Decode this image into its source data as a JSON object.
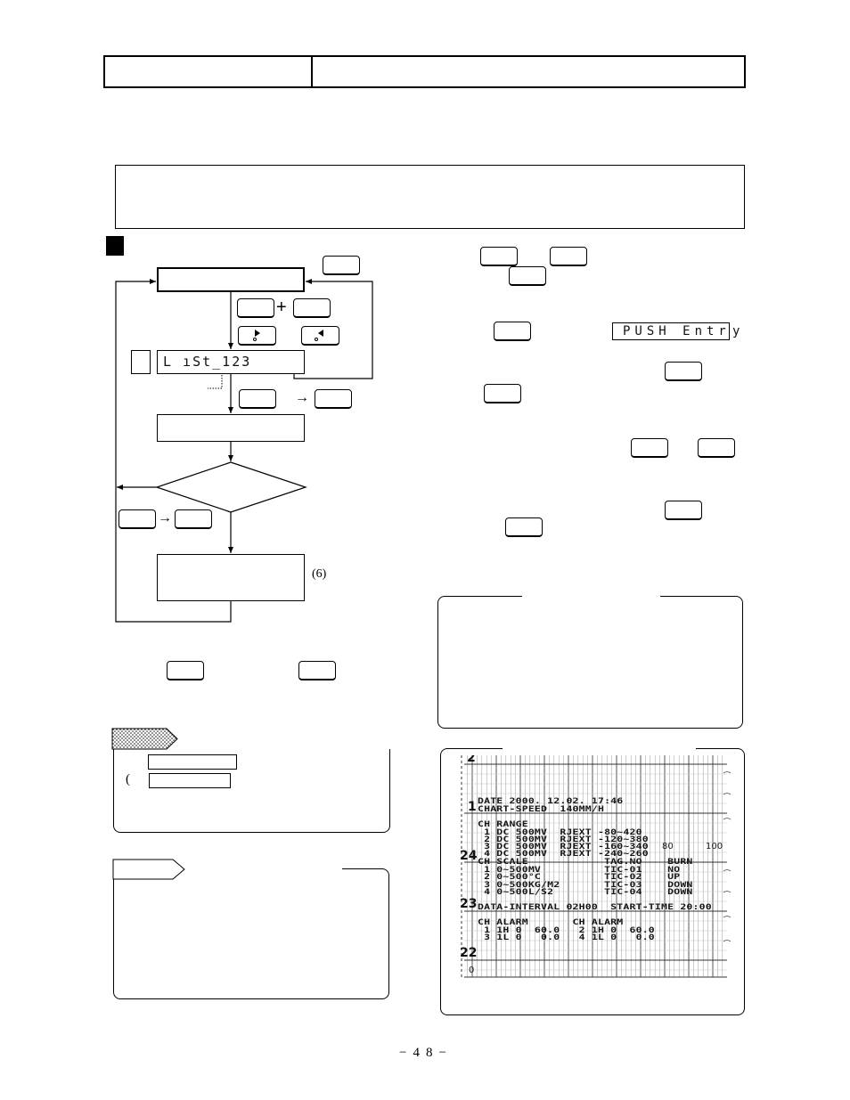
{
  "flowchart": {
    "list_display": "L ıSt_123",
    "plus_sign": "+",
    "arrow_sign": "→",
    "step_reference": "(6)"
  },
  "right_panel": {
    "push_display": "PUSH Entr",
    "push_display_overflow": "y"
  },
  "note_box": {
    "open_paren": "("
  },
  "printout": {
    "hour_labels": [
      "2",
      "1",
      "24",
      "23",
      "22"
    ],
    "scale_labels": [
      "0",
      "80",
      "100"
    ],
    "lines": [
      "DATE 2000. 12.02. 17:46",
      "CHART-SPEED  140MM/H",
      "CH RANGE",
      " 1 DC 500MV  RJEXT -80~420",
      " 2 DC 500MV  RJEXT -120~380",
      " 3 DC 500MV  RJEXT -160~340",
      " 4 DC 500MV  RJEXT -240~260",
      "CH SCALE            TAG.NO    BURN",
      " 1 0~500MV          TIC-01    NO",
      " 2 0~500°C          TIC-02    UP",
      " 3 0~500KG/M2       TIC-03    DOWN",
      " 4 0~500L/S2        TIC-04    DOWN",
      "DATA-INTERVAL 02H00  START-TIME 20:00",
      "CH ALARM       CH ALARM",
      " 1 1H 0  60.0   2 1H 0  60.0",
      " 3 1L 0   0.0   4 1L 0   0.0"
    ]
  },
  "footer": {
    "page_number": "−48−"
  },
  "icons": {
    "forward_key": "right-triangle-icon",
    "back_key": "left-triangle-icon",
    "section_marker": "black-square-icon",
    "note_tag": "pentagon-tag-icon"
  },
  "colors": {
    "ink": "#000000",
    "paper": "#ffffff",
    "chart_grid": "#9a9a9a"
  }
}
